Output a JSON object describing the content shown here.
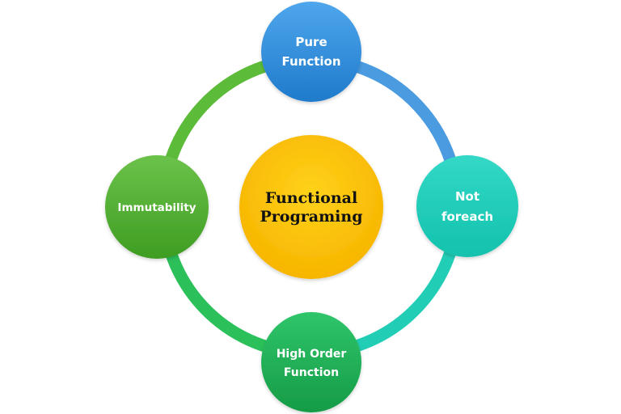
{
  "center": {
    "line1": "Functional",
    "line2": "Programing",
    "color": "#FFC000"
  },
  "nodes": {
    "top": {
      "line1": "Pure",
      "line2": "Function",
      "color": "#2F8BD8"
    },
    "right": {
      "line1": "Not",
      "line2": "foreach",
      "color": "#1CCBB8"
    },
    "bottom": {
      "line1": "High Order",
      "line2": "Function",
      "color": "#1FAE55"
    },
    "left": {
      "line1": "Immutability",
      "color": "#4FAE2E"
    }
  },
  "ring_colors": {
    "top_right": "#4A9BE0",
    "bottom_right": "#22CDB5",
    "bottom_left": "#2CC05A",
    "top_left": "#5DBB3A"
  }
}
